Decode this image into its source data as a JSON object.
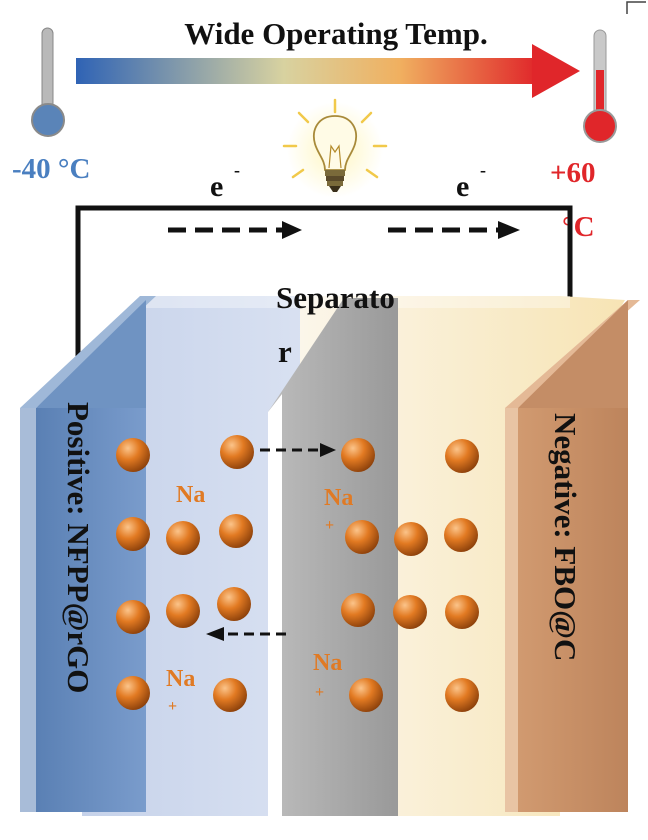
{
  "title": "Wide Operating Temp.",
  "temp_low": "-40 °C",
  "temp_high_line1": "+60",
  "temp_high_line2": "°C",
  "electron_left": "e",
  "electron_right": "e",
  "electron_superscript": "-",
  "separator_line1": "Separato",
  "separator_line2": "r",
  "positive_electrode": "Positive: NFPP@rGO",
  "negative_electrode": "Negative: FBO@C",
  "ion_label": "Na",
  "ion_charge": "+",
  "colors": {
    "cold": "#4a7fc0",
    "hot": "#e0262a",
    "ion_orange": "#e07a24",
    "positive_plate": "#6b8fbf",
    "negative_plate": "#c8906a",
    "separator": "#a6a6a6",
    "wire": "#111111"
  },
  "icons": [
    "thermometer-cold-icon",
    "thermometer-hot-icon",
    "light-bulb-icon"
  ]
}
